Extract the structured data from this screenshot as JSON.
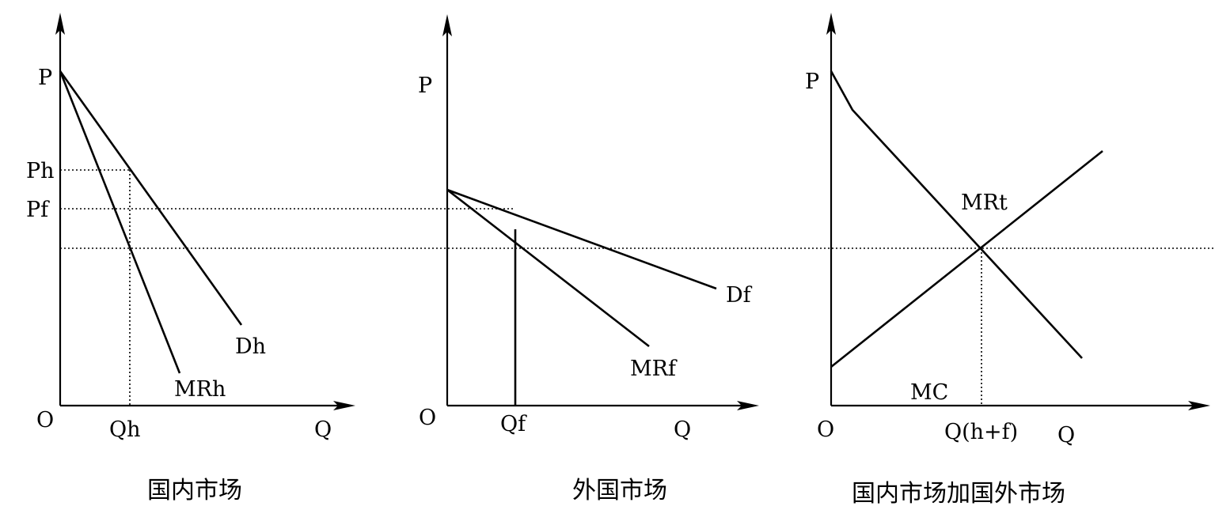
{
  "panels": {
    "domestic": {
      "caption": "国内市场",
      "price_axis_label": "P",
      "origin_label": "O",
      "quantity_axis_label": "Q",
      "price_level_ph": "Ph",
      "price_level_pf": "Pf",
      "quantity_level": "Qh",
      "demand_label": "Dh",
      "marginal_revenue_label": "MRh"
    },
    "foreign": {
      "caption": "外国市场",
      "price_axis_label": "P",
      "origin_label": "O",
      "quantity_axis_label": "Q",
      "quantity_level": "Qf",
      "demand_label": "Df",
      "marginal_revenue_label": "MRf"
    },
    "combined": {
      "caption": "国内市场加国外市场",
      "price_axis_label": "P",
      "origin_label": "O",
      "quantity_axis_label": "Q",
      "quantity_level": "Q(h+f)",
      "marginal_revenue_label": "MRt",
      "marginal_cost_label": "MC"
    }
  }
}
